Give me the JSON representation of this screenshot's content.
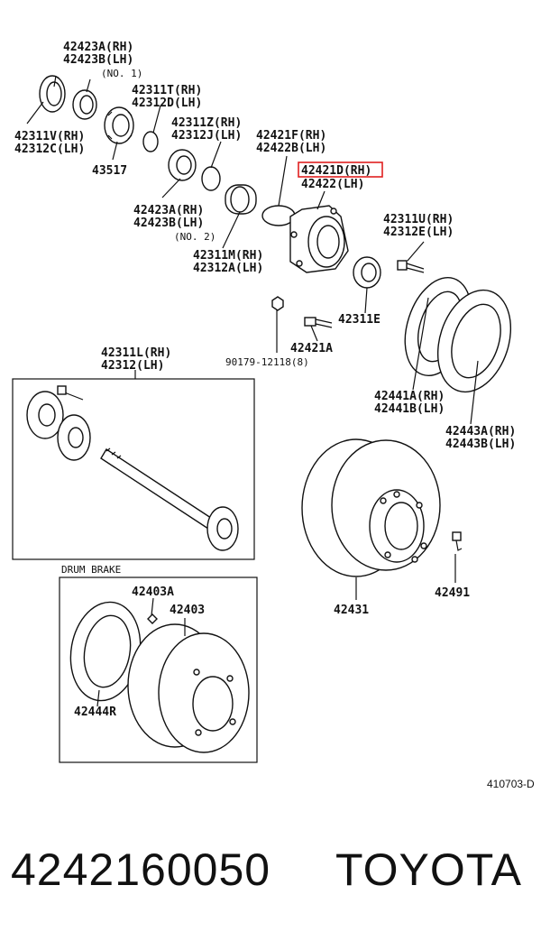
{
  "labels": [
    {
      "id": "l1",
      "text": "42423A(RH)"
    },
    {
      "id": "l2",
      "text": "42423B(LH)"
    },
    {
      "id": "l3",
      "text": "(NO. 1)"
    },
    {
      "id": "l4",
      "text": "42311T(RH)"
    },
    {
      "id": "l5",
      "text": "42312D(LH)"
    },
    {
      "id": "l6",
      "text": "42311Z(RH)"
    },
    {
      "id": "l7",
      "text": "42312J(LH)"
    },
    {
      "id": "l8",
      "text": "42311V(RH)"
    },
    {
      "id": "l9",
      "text": "42312C(LH)"
    },
    {
      "id": "l10",
      "text": "43517"
    },
    {
      "id": "l11",
      "text": "42421F(RH)"
    },
    {
      "id": "l12",
      "text": "42422B(LH)"
    },
    {
      "id": "l13",
      "text": "42421D(RH)"
    },
    {
      "id": "l14",
      "text": "42422(LH)"
    },
    {
      "id": "l15",
      "text": "42423A(RH)"
    },
    {
      "id": "l16",
      "text": "42423B(LH)"
    },
    {
      "id": "l17",
      "text": "(NO. 2)"
    },
    {
      "id": "l18",
      "text": "42311M(RH)"
    },
    {
      "id": "l19",
      "text": "42312A(LH)"
    },
    {
      "id": "l20",
      "text": "42311U(RH)"
    },
    {
      "id": "l21",
      "text": "42312E(LH)"
    },
    {
      "id": "l22",
      "text": "42311E"
    },
    {
      "id": "l23",
      "text": "42421A"
    },
    {
      "id": "l24",
      "text": "90179-12118(8)"
    },
    {
      "id": "l25",
      "text": "42311L(RH)"
    },
    {
      "id": "l26",
      "text": "42312(LH)"
    },
    {
      "id": "l27",
      "text": "42441A(RH)"
    },
    {
      "id": "l28",
      "text": "42441B(LH)"
    },
    {
      "id": "l29",
      "text": "42443A(RH)"
    },
    {
      "id": "l30",
      "text": "42443B(LH)"
    },
    {
      "id": "l31",
      "text": "DRUM BRAKE"
    },
    {
      "id": "l32",
      "text": "42403A"
    },
    {
      "id": "l33",
      "text": "42403"
    },
    {
      "id": "l34",
      "text": "42444R"
    },
    {
      "id": "l35",
      "text": "42431"
    },
    {
      "id": "l36",
      "text": "42491"
    }
  ],
  "highlight": {
    "text": "42421D(RH)",
    "color": "#e02020"
  },
  "diagram_code": "410703-D",
  "footer": {
    "part_number": "4242160050",
    "brand": "TOYOTA"
  }
}
